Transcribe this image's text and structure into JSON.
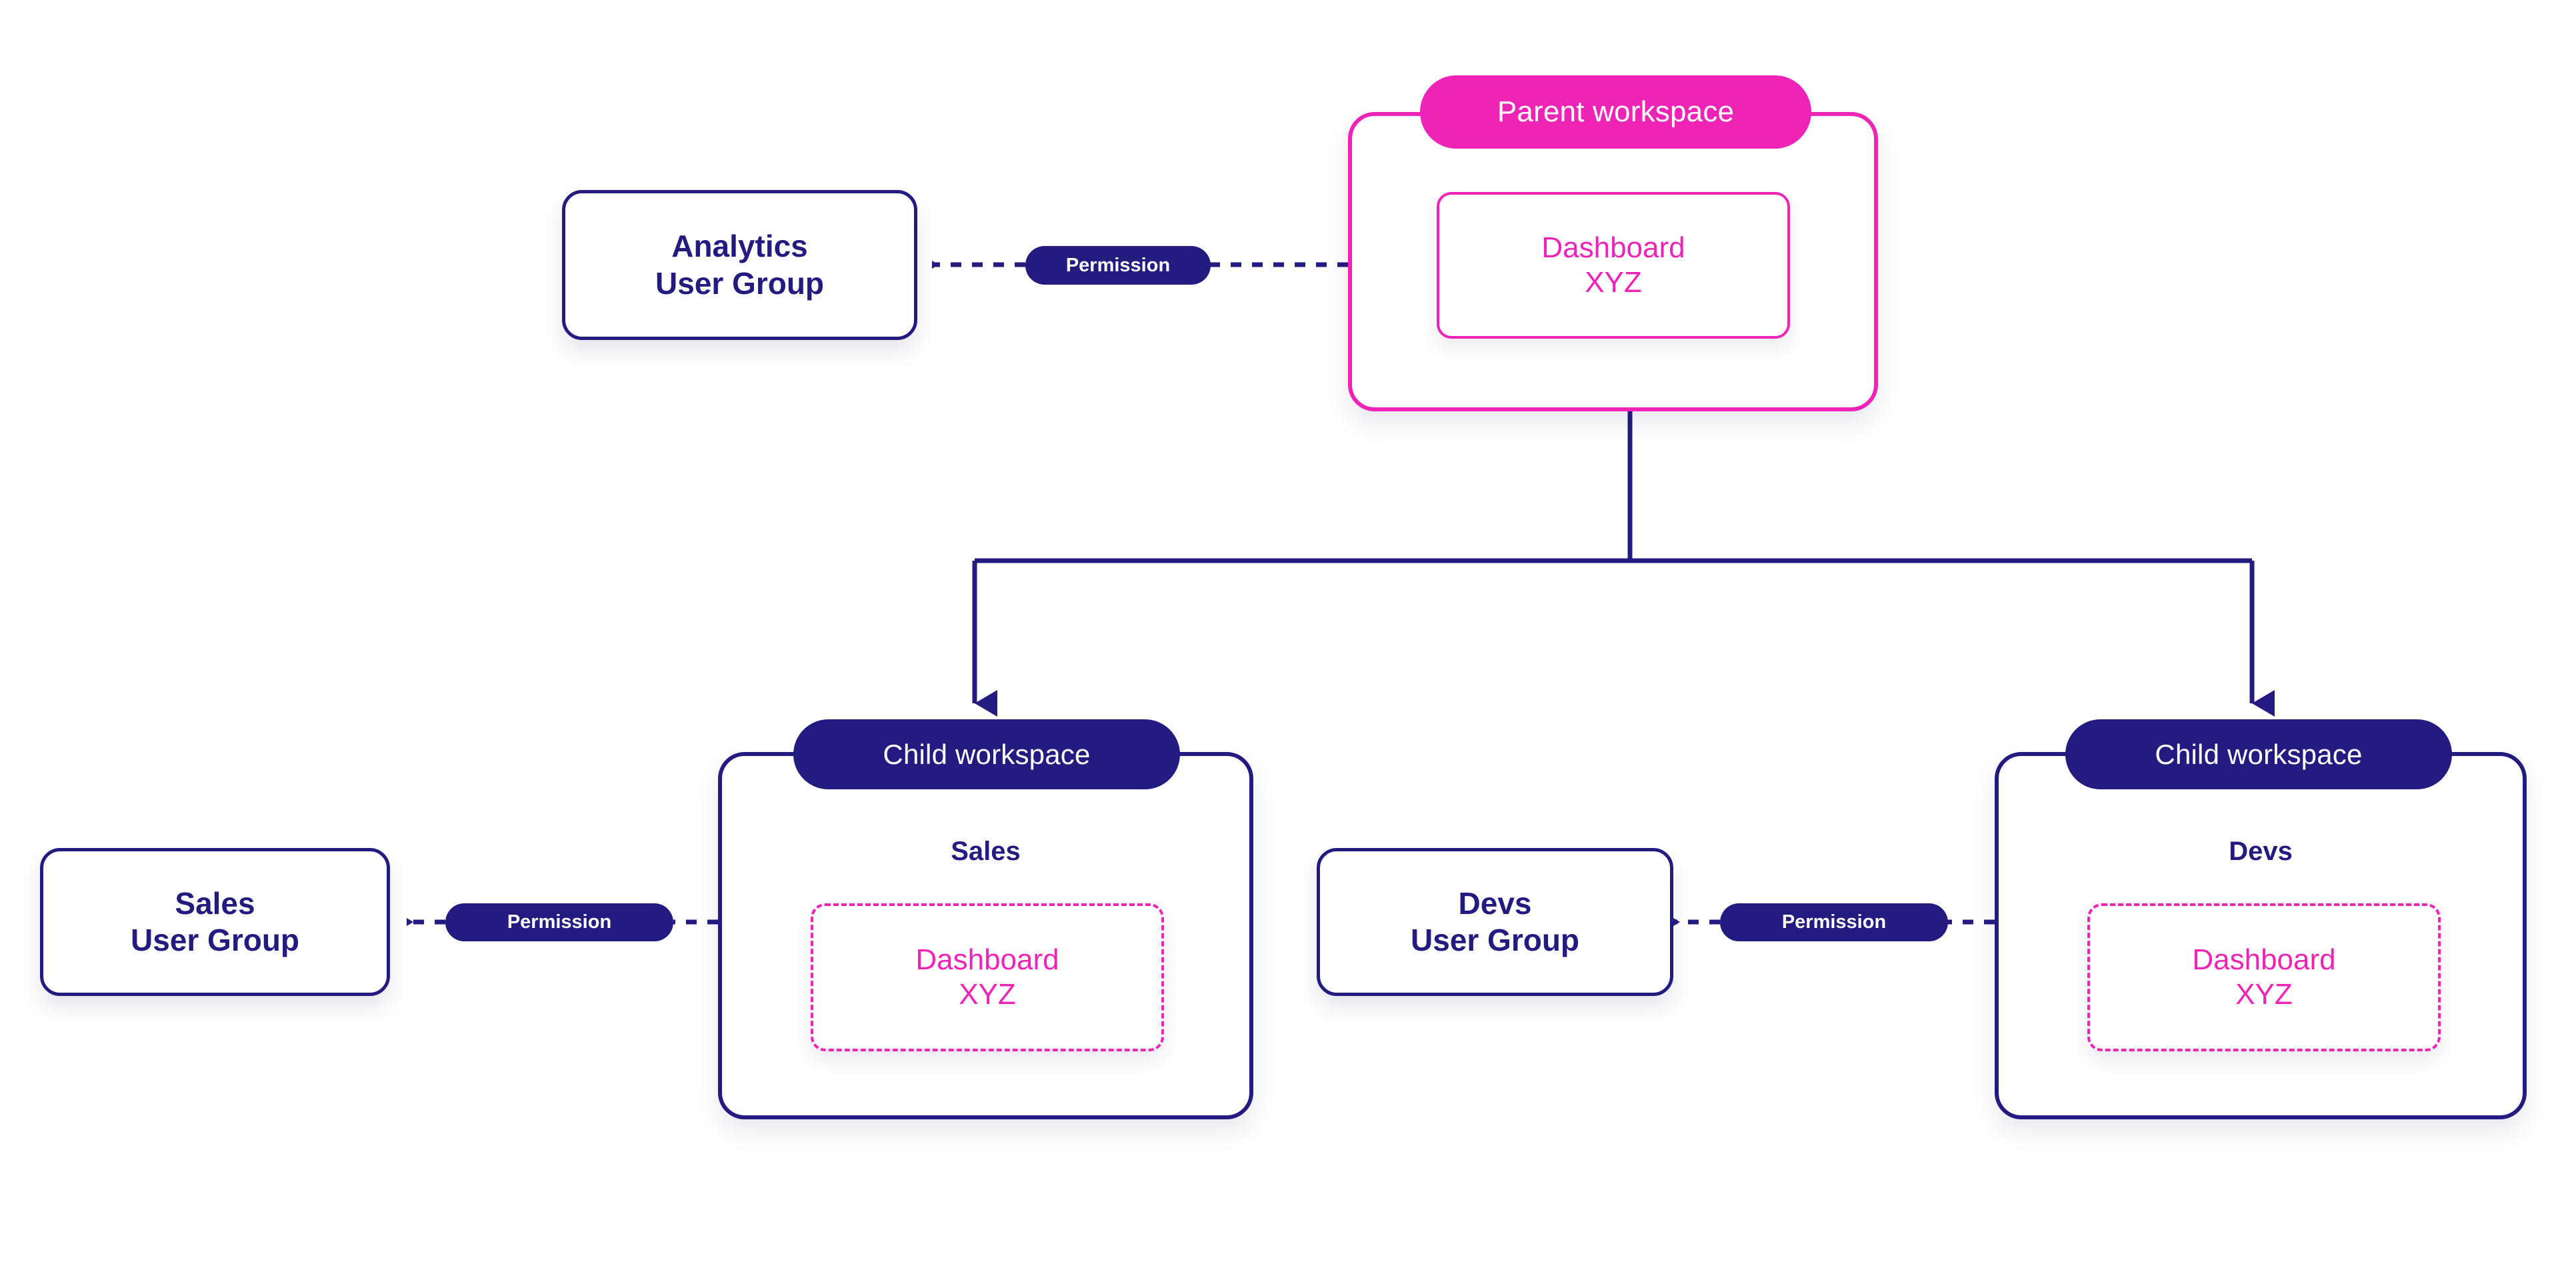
{
  "diagram": {
    "title": "Workspace permission inheritance diagram",
    "colors": {
      "pink": "#ED24B6",
      "navy": "#231B80",
      "background": "#FFFFFF"
    },
    "nodes": {
      "parent_workspace": {
        "pill_label": "Parent workspace",
        "dashboard": {
          "line1": "Dashboard",
          "line2": "XYZ",
          "border_style": "solid"
        }
      },
      "analytics_user_group": {
        "line1": "Analytics",
        "line2": "User Group"
      },
      "child_workspace_sales": {
        "pill_label": "Child workspace",
        "name": "Sales",
        "dashboard": {
          "line1": "Dashboard",
          "line2": "XYZ",
          "border_style": "dashed"
        }
      },
      "child_workspace_devs": {
        "pill_label": "Child workspace",
        "name": "Devs",
        "dashboard": {
          "line1": "Dashboard",
          "line2": "XYZ",
          "border_style": "dashed"
        }
      },
      "sales_user_group": {
        "line1": "Sales",
        "line2": "User Group"
      },
      "devs_user_group": {
        "line1": "Devs",
        "line2": "User Group"
      }
    },
    "edges": {
      "permission_parent_to_analytics": {
        "label": "Permission",
        "style": "dashed",
        "arrow": "left"
      },
      "permission_sales_child_to_group": {
        "label": "Permission",
        "style": "dashed",
        "arrow": "left"
      },
      "permission_devs_child_to_group": {
        "label": "Permission",
        "style": "dashed",
        "arrow": "left"
      },
      "parent_to_child_sales": {
        "label": "",
        "style": "solid",
        "arrow": "down"
      },
      "parent_to_child_devs": {
        "label": "",
        "style": "solid",
        "arrow": "down"
      }
    }
  }
}
